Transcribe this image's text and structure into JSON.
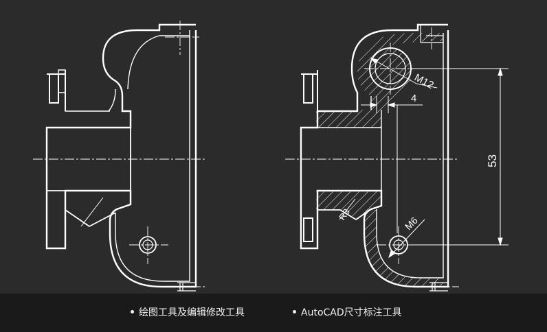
{
  "captions": {
    "left": "绘图工具及编辑修改工具",
    "right": "AutoCAD尺寸标注工具"
  },
  "dimensions": {
    "m12": "M12",
    "four": "4",
    "fifty_three": "53",
    "m6": "M6",
    "r3": "R3"
  },
  "colors": {
    "background": "#2b2b2b",
    "caption_bar": "#1a1a1a",
    "lines": "#ffffff",
    "text": "#f2f2f2"
  }
}
